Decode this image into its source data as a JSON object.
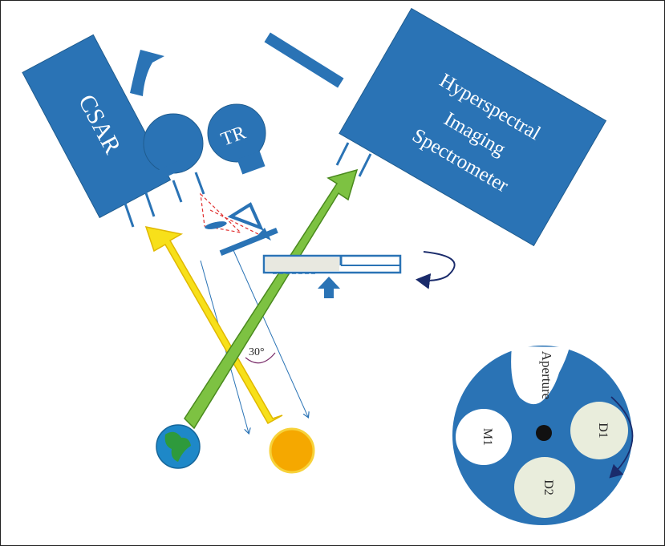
{
  "instruments": {
    "csar": {
      "label": "CSAR"
    },
    "tr": {
      "label": "TR"
    },
    "spectrometer": {
      "lines": [
        "Hyperspectral",
        "Imaging",
        "Spectrometer"
      ]
    }
  },
  "beams": {
    "angle_label": "30°",
    "earth_beam_color": "#7dc242",
    "sun_beam_color": "#f7e01a"
  },
  "filter_wheel": {
    "aperture_label": "Aperture",
    "positions": [
      "M1",
      "D1",
      "D2"
    ]
  },
  "colors": {
    "instrument_blue": "#2a73b5",
    "earth_blue": "#1e88c8",
    "earth_green": "#2e9a3c",
    "sun_orange": "#f5a800",
    "outline": "#1f5c8f"
  }
}
